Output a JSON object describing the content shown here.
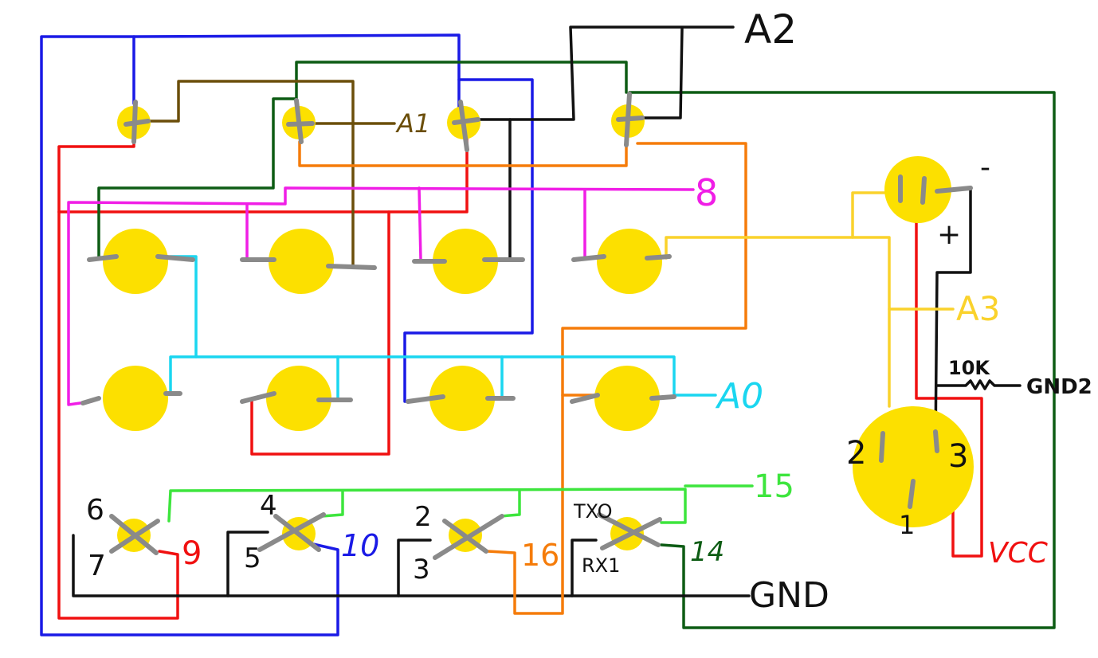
{
  "colors": {
    "blue": "#1a1ae6",
    "red": "#f01010",
    "green_dark": "#0d5c14",
    "green_light": "#3de53d",
    "olive": "#6b4e0a",
    "black": "#111111",
    "magenta": "#f01ee6",
    "orange": "#f57c0a",
    "yellow": "#fad22c",
    "cyan": "#1ad6f0",
    "pad": "#fce000",
    "leg": "#8a8a8a"
  },
  "labels": {
    "a1": "A1",
    "a2": "A2",
    "a3": "A3",
    "a0": "A0",
    "pin8": "8",
    "pin15": "15",
    "pin9": "9",
    "pin10": "10",
    "pin16": "16",
    "pin14": "14",
    "gnd": "GND",
    "gnd2": "GND2",
    "vcc": "VCC",
    "res10k": "10K",
    "minus": "-",
    "plus": "+",
    "pot1": "1",
    "pot2": "2",
    "pot3": "3",
    "txo": "TXO",
    "rx1": "RX1",
    "n6": "6",
    "n7": "7",
    "n4": "4",
    "n5": "5",
    "n2": "2",
    "n3": "3"
  }
}
